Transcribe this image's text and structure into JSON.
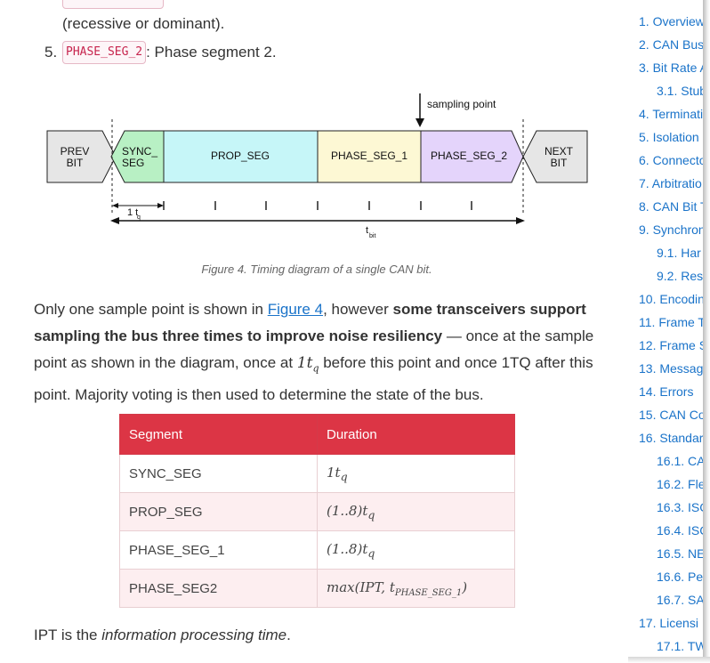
{
  "article": {
    "prev_item_tail": "(recessive or dominant).",
    "list_item": {
      "number": "5.",
      "code": "PHASE_SEG_2",
      "text": ": Phase segment 2."
    },
    "diagram": {
      "prev_bit": [
        "PREV",
        "BIT"
      ],
      "next_bit": [
        "NEXT",
        "BIT"
      ],
      "segments": [
        "SYNC_",
        "SEG",
        "PROP_SEG",
        "PHASE_SEG_1",
        "PHASE_SEG_2"
      ],
      "sampling_point": "sampling point",
      "one_tq": "1 t",
      "one_tq_sub": "q",
      "tbit": "t",
      "tbit_sub": "bit"
    },
    "caption": "Figure 4. Timing diagram of a single CAN bit.",
    "paragraph": {
      "p1": "Only one sample point is shown in ",
      "link": "Figure 4",
      "p2": ", however ",
      "bold": "some transceivers support sampling the bus three times to improve noise resiliency",
      "p3": " — once at the sample point as shown in the diagram, once at ",
      "math1_base": "1t",
      "math1_sub": "q",
      "p4": " before this point and once 1TQ after this point. Majority voting is then used to determine the state of the bus."
    },
    "table": {
      "headers": [
        "Segment",
        "Duration"
      ],
      "rows": [
        {
          "segment": "SYNC_SEG",
          "duration": "1t",
          "sub": "q"
        },
        {
          "segment": "PROP_SEG",
          "duration": "(1..8)t",
          "sub": "q"
        },
        {
          "segment": "PHASE_SEG_1",
          "duration": "(1..8)t",
          "sub": "q"
        },
        {
          "segment": "PHASE_SEG2",
          "duration": "max(IPT, t",
          "sub": "PHASE_SEG_1",
          "tail": ")"
        }
      ]
    },
    "ipt": {
      "prefix": "IPT is the ",
      "em": "information processing time",
      "suffix": "."
    }
  },
  "toc": {
    "items": [
      {
        "label": "1. Overview",
        "level": 1
      },
      {
        "label": "2. CAN Bus",
        "level": 1
      },
      {
        "label": "3. Bit Rate A",
        "level": 1
      },
      {
        "label": "3.1. Stub",
        "level": 2
      },
      {
        "label": "4. Terminati",
        "level": 1
      },
      {
        "label": "5. Isolation",
        "level": 1
      },
      {
        "label": "6. Connecto",
        "level": 1
      },
      {
        "label": "7. Arbitratio",
        "level": 1
      },
      {
        "label": "8. CAN Bit T",
        "level": 1
      },
      {
        "label": "9. Synchron",
        "level": 1
      },
      {
        "label": "9.1. Har",
        "level": 2
      },
      {
        "label": "9.2. Res",
        "level": 2
      },
      {
        "label": "10. Encodin",
        "level": 1
      },
      {
        "label": "11. Frame T",
        "level": 1
      },
      {
        "label": "12. Frame S",
        "level": 1
      },
      {
        "label": "13. Messag",
        "level": 1
      },
      {
        "label": "14. Errors",
        "level": 1
      },
      {
        "label": "15. CAN Co",
        "level": 1
      },
      {
        "label": "16. Standar",
        "level": 1
      },
      {
        "label": "16.1. CA",
        "level": 2
      },
      {
        "label": "16.2. Fle",
        "level": 2
      },
      {
        "label": "16.3. ISC",
        "level": 2
      },
      {
        "label": "16.4. ISC",
        "level": 2
      },
      {
        "label": "16.5. NE",
        "level": 2
      },
      {
        "label": "16.6. Pe",
        "level": 2
      },
      {
        "label": "16.7. SA",
        "level": 2
      },
      {
        "label": "17. Licensi",
        "level": 1
      },
      {
        "label": "17.1. TW",
        "level": 2
      }
    ]
  },
  "colors": {
    "link": "#1a73c9",
    "table_header": "#dc3545",
    "table_row_alt": "#fdeef0",
    "code_text": "#c7254e",
    "sync_seg": "#b8f0c4",
    "prop_seg": "#c6f6f8",
    "phase_seg_1": "#fdf8d4",
    "phase_seg_2": "#e4d4fb",
    "prev_next": "#e6e6e6"
  }
}
